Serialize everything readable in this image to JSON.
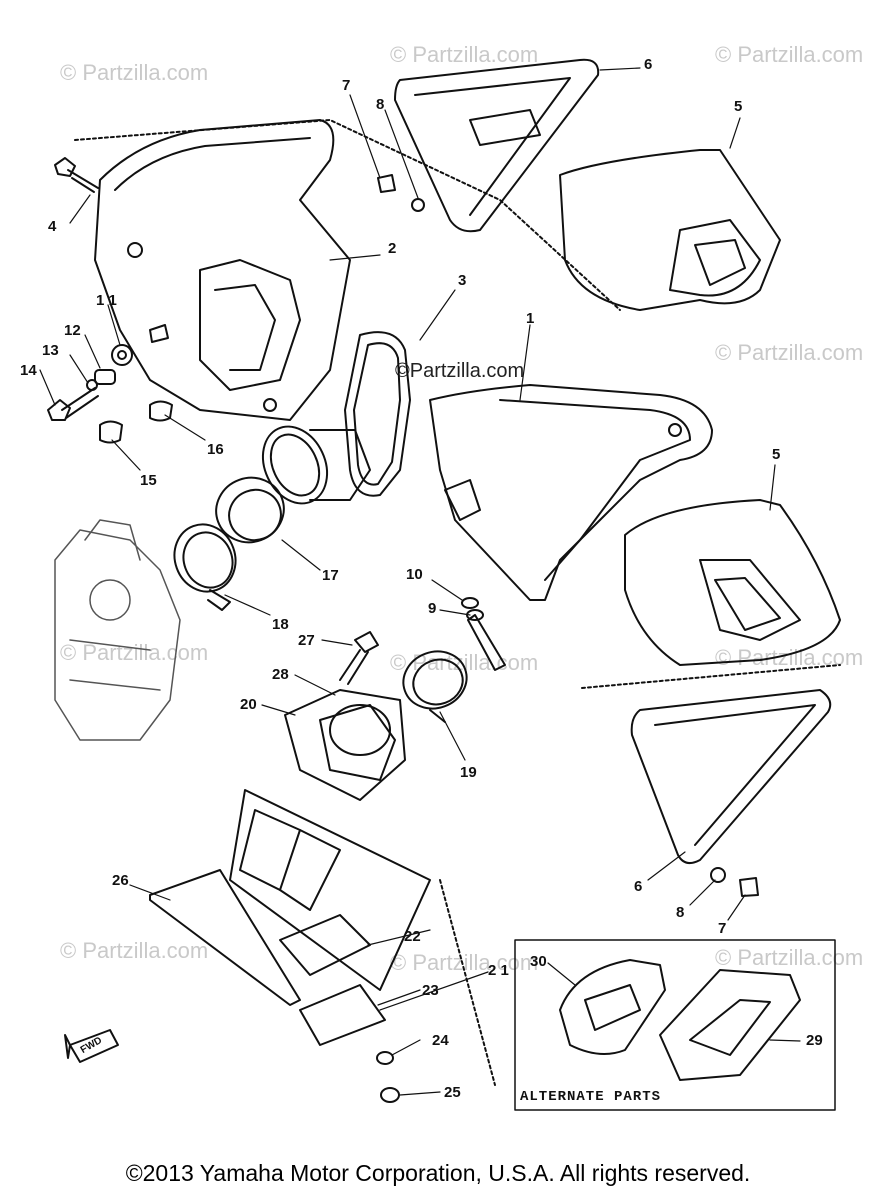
{
  "watermark": "© Partzilla.com",
  "center_watermark": "©Partzilla.com",
  "labels": {
    "p1": "1",
    "p2": "2",
    "p3": "3",
    "p4": "4",
    "p5a": "5",
    "p5b": "5",
    "p6a": "6",
    "p6b": "6",
    "p7a": "7",
    "p7b": "7",
    "p8a": "8",
    "p8b": "8",
    "p9": "9",
    "p10": "10",
    "p11": "1 1",
    "p12": "12",
    "p13": "13",
    "p14": "14",
    "p15": "15",
    "p16": "16",
    "p17": "17",
    "p18": "18",
    "p19": "19",
    "p20": "20",
    "p21": "2 1",
    "p22": "22",
    "p23": "23",
    "p24": "24",
    "p25": "25",
    "p26": "26",
    "p27": "27",
    "p28": "28",
    "p29": "29",
    "p30": "30"
  },
  "alternate_parts": "ALTERNATE PARTS",
  "fwd": "FWD",
  "copyright": "©2013  Yamaha Motor Corporation, U.S.A. All rights reserved."
}
